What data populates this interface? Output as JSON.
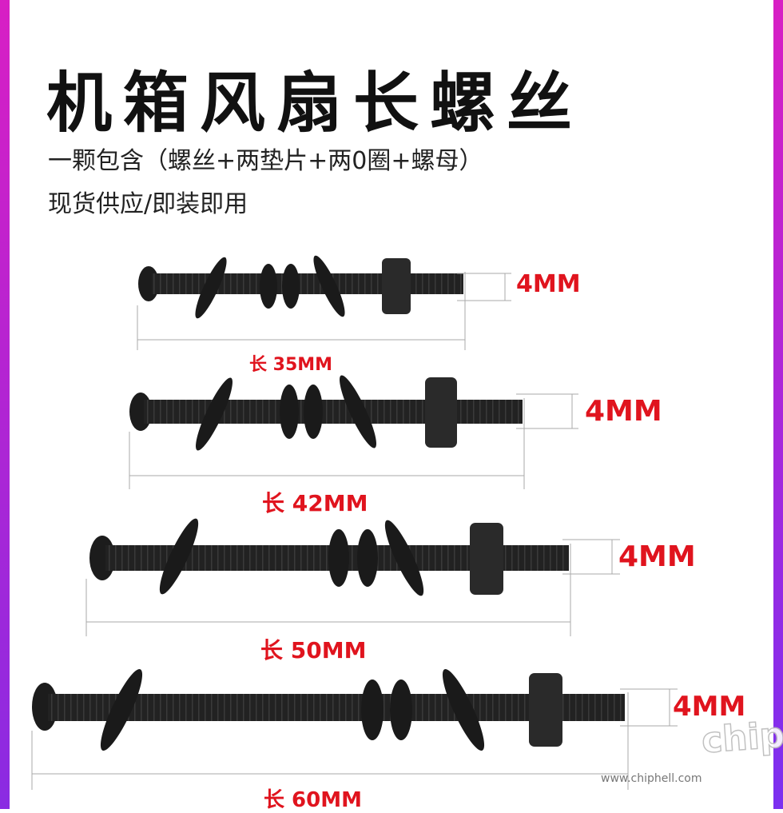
{
  "title": "机箱风扇长螺丝",
  "subtitle1": "一颗包含（螺丝+两垫片+两0圈+螺母）",
  "subtitle2": "现货供应/即装即用",
  "screws": [
    {
      "diameter": "4MM",
      "length": "长 35MM"
    },
    {
      "diameter": "4MM",
      "length": "长 42MM"
    },
    {
      "diameter": "4MM",
      "length": "长 50MM"
    },
    {
      "diameter": "4MM",
      "length": "长 60MM"
    }
  ],
  "watermark": {
    "url": "www.chiphell.com",
    "logo": "chip hell"
  },
  "colors": {
    "accent": "#e0141e",
    "screw": "#1c1c1c",
    "border": "#c81fd6"
  }
}
